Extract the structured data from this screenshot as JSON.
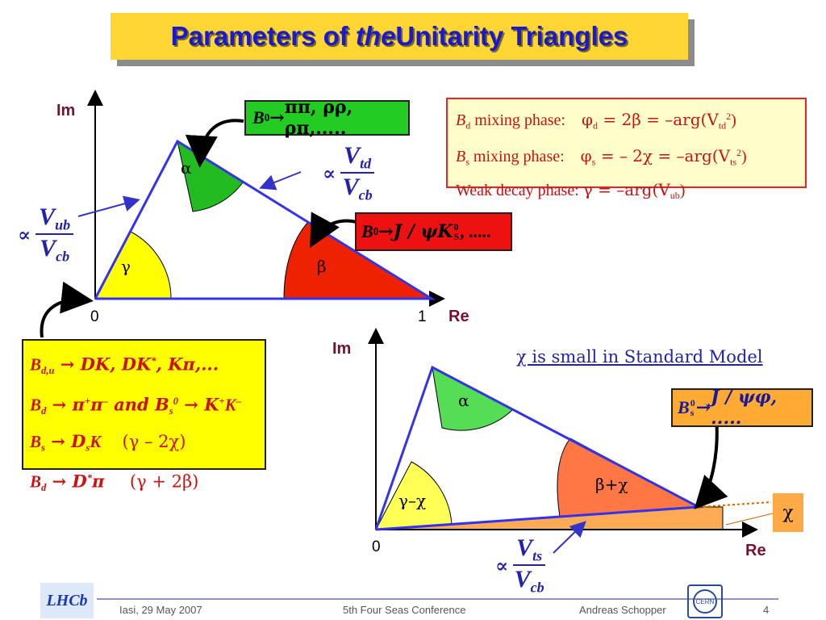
{
  "title": {
    "pre": "Parameters of ",
    "em": "the",
    "post": " Unitarity Triangles"
  },
  "triangle1": {
    "y_axis_label": "Im",
    "x_axis_label": "Re",
    "origin_label": "0",
    "one_label": "1",
    "angle_alpha": "α",
    "angle_beta": "β",
    "angle_gamma": "γ",
    "prop_symbol": "∝",
    "left_side_num": "V",
    "left_side_num_sub": "ub",
    "left_side_den": "V",
    "left_side_den_sub": "cb",
    "right_side_num": "V",
    "right_side_num_sub": "td",
    "right_side_den": "V",
    "right_side_den_sub": "cb"
  },
  "green_box": {
    "lhs": "B",
    "lhs_sup": "0",
    "arrow": " → ",
    "rhs": "ππ, ρρ, ρπ,....."
  },
  "red_box": {
    "lhs": "B",
    "lhs_sup": "0",
    "arrow": " → ",
    "rhs_a": "J / ψK",
    "rhs_sub": "S",
    "rhs_sup": "0",
    "rhs_b": ", ....."
  },
  "phase_box": {
    "line1_sym": "B",
    "line1_sub": "d",
    "line1_text": " mixing phase:",
    "line1_formula": "φ",
    "line1_fsub": "d",
    "line1_formula2": " = 2β = –arg(V",
    "line1_vsub": "td",
    "line1_vsup": "2",
    "line1_end": ")",
    "line2_sym": "B",
    "line2_sub": "s",
    "line2_text": " mixing phase:",
    "line2_formula": "φ",
    "line2_fsub": "s",
    "line2_formula2": " = – 2χ = –arg(V",
    "line2_vsub": "ts",
    "line2_vsup": "2",
    "line2_end": ")",
    "line3_text": "Weak decay phase:",
    "line3_formula": "γ = –arg(V",
    "line3_vsub": "ub",
    "line3_end": ")"
  },
  "yellow_box": {
    "r1_a": "B",
    "r1_sub": "d,u",
    "r1_b": " → DK, DK",
    "r1_sup": "*",
    "r1_c": ", Kπ,...",
    "r2_a": "B",
    "r2_sub": "d",
    "r2_b": " → π",
    "r2_sup1": "+",
    "r2_c": "π",
    "r2_sup2": "–",
    "r2_d": " and  B",
    "r2_sub2": "s",
    "r2_sup3": "0",
    "r2_e": " → K",
    "r2_sup4": "+",
    "r2_f": "K",
    "r2_sup5": "–",
    "r3_a": "B",
    "r3_sub": "s",
    "r3_b": " → D",
    "r3_sub2": "s",
    "r3_c": "K",
    "r3_paren": "(γ – 2χ)",
    "r4_a": "B",
    "r4_sub": "d",
    "r4_b": " → D",
    "r4_sup": "*",
    "r4_c": "π",
    "r4_paren": "(γ + 2β)"
  },
  "triangle2": {
    "y_axis_label": "Im",
    "x_axis_label": "Re",
    "origin_label": "0",
    "note": "χ  is small in Standard Model",
    "angle_alpha": "α",
    "angle_beta_chi": "β+χ",
    "angle_gamma_chi": "γ–χ",
    "chi_box": "χ",
    "prop_symbol": "∝",
    "side_num": "V",
    "side_num_sub": "ts",
    "side_den": "V",
    "side_den_sub": "cb"
  },
  "orange_box": {
    "lhs": "B",
    "lhs_sub": "s",
    "lhs_sup": "0",
    "arrow": " → ",
    "rhs": "J / ψφ, ....."
  },
  "footer": {
    "logo_text": "LHCb",
    "left": "Iasi, 29 May 2007",
    "center": "5th Four Seas Conference",
    "right": "Andreas Schopper",
    "page": "4",
    "cern_logo": "CERN"
  },
  "colors": {
    "title_bg": "#ffd633",
    "blue": "#2222aa",
    "green": "#22bb22",
    "red": "#ee2200",
    "yellow": "#ffff00",
    "orange": "#ffaa33"
  }
}
